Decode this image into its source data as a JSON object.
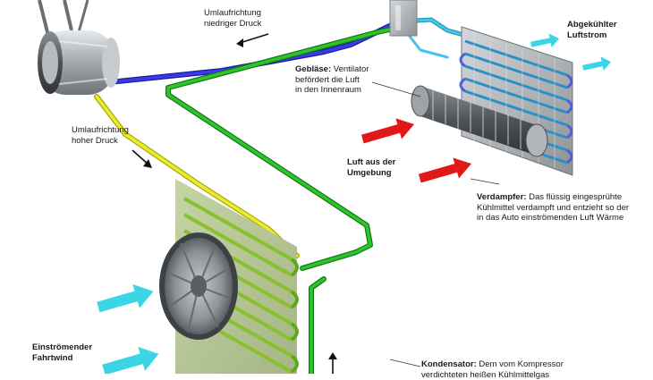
{
  "labels": {
    "low_pressure": {
      "line1": "Umlaufrichtung",
      "line2": "niedriger Druck"
    },
    "high_pressure": {
      "line1": "Umlaufrichtung",
      "line2": "hoher Druck"
    },
    "blower": {
      "title": "Gebläse:",
      "line1": " Ventilator",
      "line2": "befördert die Luft",
      "line3": "in den Innenraum"
    },
    "cooled_air": {
      "line1": "Abgekühlter",
      "line2": "Luftstrom"
    },
    "ambient_air": {
      "line1": "Luft aus der",
      "line2": "Umgebung"
    },
    "evaporator": {
      "title": "Verdampfer:",
      "line1": " Das flüssig eingesprühte",
      "line2": "Kühlmittel verdampft und entzieht so der",
      "line3": "in das Auto einströmenden Luft Wärme"
    },
    "headwind": {
      "line1": "Einströmender",
      "line2": "Fahrtwind"
    },
    "condenser": {
      "title": "Kondensator:",
      "line1": " Dem vom Kompressor",
      "line2": "verdichteten heißen Kühlmittelgas"
    }
  },
  "colors": {
    "low_pressure_line": "#2a2ad6",
    "high_pressure_line": "#e4e418",
    "liquid_line": "#22b022",
    "cyan_line": "#2ab8e0",
    "warm_air_arrow": "#e01818",
    "incoming_air_arrow": "#3ad6e6",
    "component_gray": "#9aa0a6"
  },
  "icons": [
    "compressor",
    "condenser-fan",
    "evaporator",
    "blower-fan",
    "expansion-valve",
    "flow-direction-arrow"
  ]
}
